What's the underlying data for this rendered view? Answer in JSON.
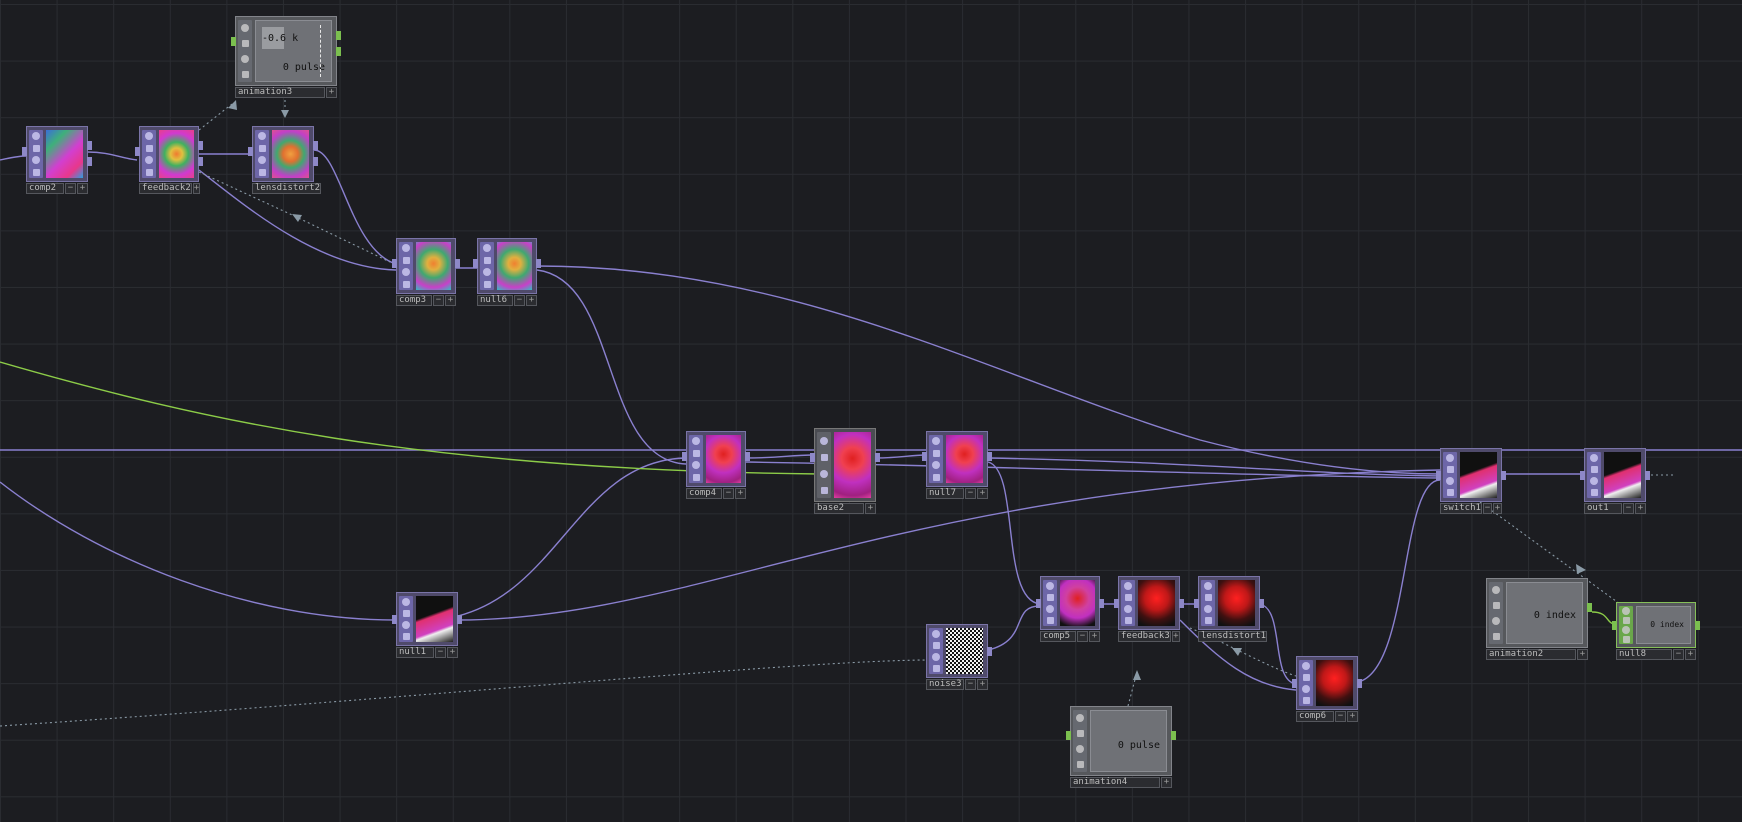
{
  "app": "TouchDesigner Network Editor",
  "colors": {
    "background": "#1c1d21",
    "grid": "#2a2c31",
    "top_wire": "#8a80cf",
    "chop_wire": "#8ccc48",
    "export_link": "#8a9aa6"
  },
  "nodes": {
    "comp2": {
      "label": "comp2",
      "icon": "top-thumbnail-icon"
    },
    "feedback2": {
      "label": "feedback2",
      "icon": "top-thumbnail-icon"
    },
    "lensdistort2": {
      "label": "lensdistort2",
      "icon": "top-thumbnail-icon"
    },
    "animation3": {
      "label": "animation3",
      "value_top": "-0.6 k",
      "value_bottom": "0 pulse"
    },
    "comp3": {
      "label": "comp3",
      "icon": "top-thumbnail-icon"
    },
    "null6": {
      "label": "null6",
      "icon": "top-thumbnail-icon"
    },
    "comp4": {
      "label": "comp4",
      "icon": "top-thumbnail-icon"
    },
    "base2": {
      "label": "base2",
      "icon": "base-thumbnail-icon"
    },
    "null7": {
      "label": "null7",
      "icon": "top-thumbnail-icon"
    },
    "switch1": {
      "label": "switch1",
      "icon": "top-thumbnail-icon"
    },
    "out1": {
      "label": "out1",
      "icon": "top-thumbnail-icon"
    },
    "null1": {
      "label": "null1",
      "icon": "top-thumbnail-icon"
    },
    "comp5": {
      "label": "comp5",
      "icon": "top-thumbnail-icon"
    },
    "feedback3": {
      "label": "feedback3",
      "icon": "top-thumbnail-icon"
    },
    "lensdistort1": {
      "label": "lensdistort1",
      "icon": "top-thumbnail-icon"
    },
    "noise3": {
      "label": "noise3",
      "icon": "noise-thumbnail-icon"
    },
    "comp6": {
      "label": "comp6",
      "icon": "top-thumbnail-icon"
    },
    "animation2": {
      "label": "animation2",
      "value": "0 index"
    },
    "null8": {
      "label": "null8",
      "value": "0 index"
    },
    "animation4": {
      "label": "animation4",
      "value": "0 pulse"
    }
  },
  "node_buttons": {
    "bypass": "−",
    "viewer": "+"
  }
}
